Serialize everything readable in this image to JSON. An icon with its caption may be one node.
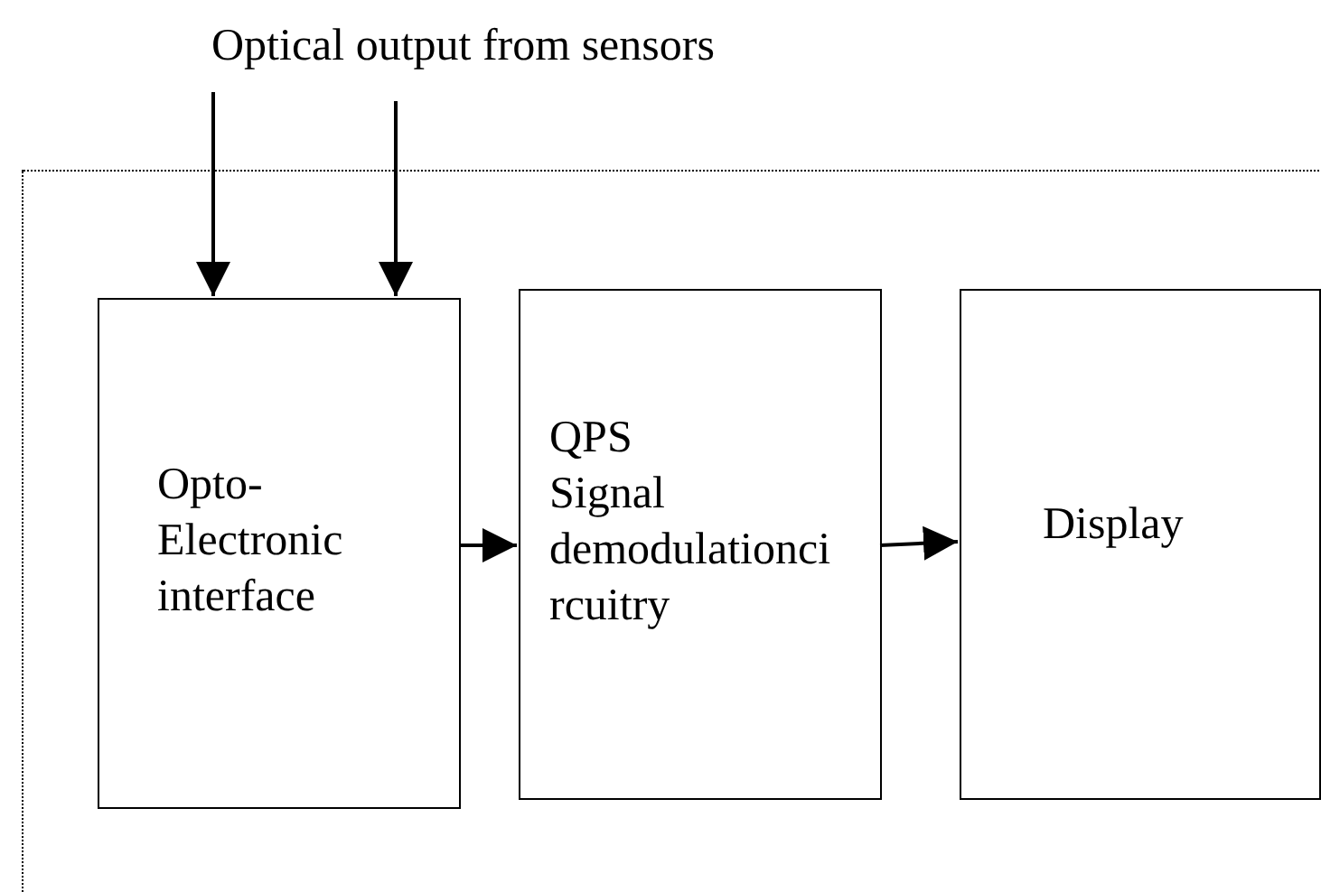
{
  "diagram": {
    "nodes": [
      {
        "text": [
          "Optical output from sensors"
        ]
      },
      {
        "text": [],
        "shape": "box"
      },
      {
        "text": [
          "Opto- Electronic interface"
        ],
        "in": 1
      },
      {
        "text": [
          "QPS Signal demodulationci rcuitry"
        ],
        "in": 1
      },
      {
        "text": [
          "Display"
        ],
        "in": 1
      }
    ],
    "edges": [
      {
        "from": 0,
        "to": 2,
        "arrow": "to"
      },
      {
        "from": 0,
        "to": 2,
        "arrow": "to"
      },
      {
        "from": 2,
        "to": 3,
        "arrow": "to"
      },
      {
        "from": 3,
        "to": 4,
        "arrow": "to"
      }
    ]
  }
}
